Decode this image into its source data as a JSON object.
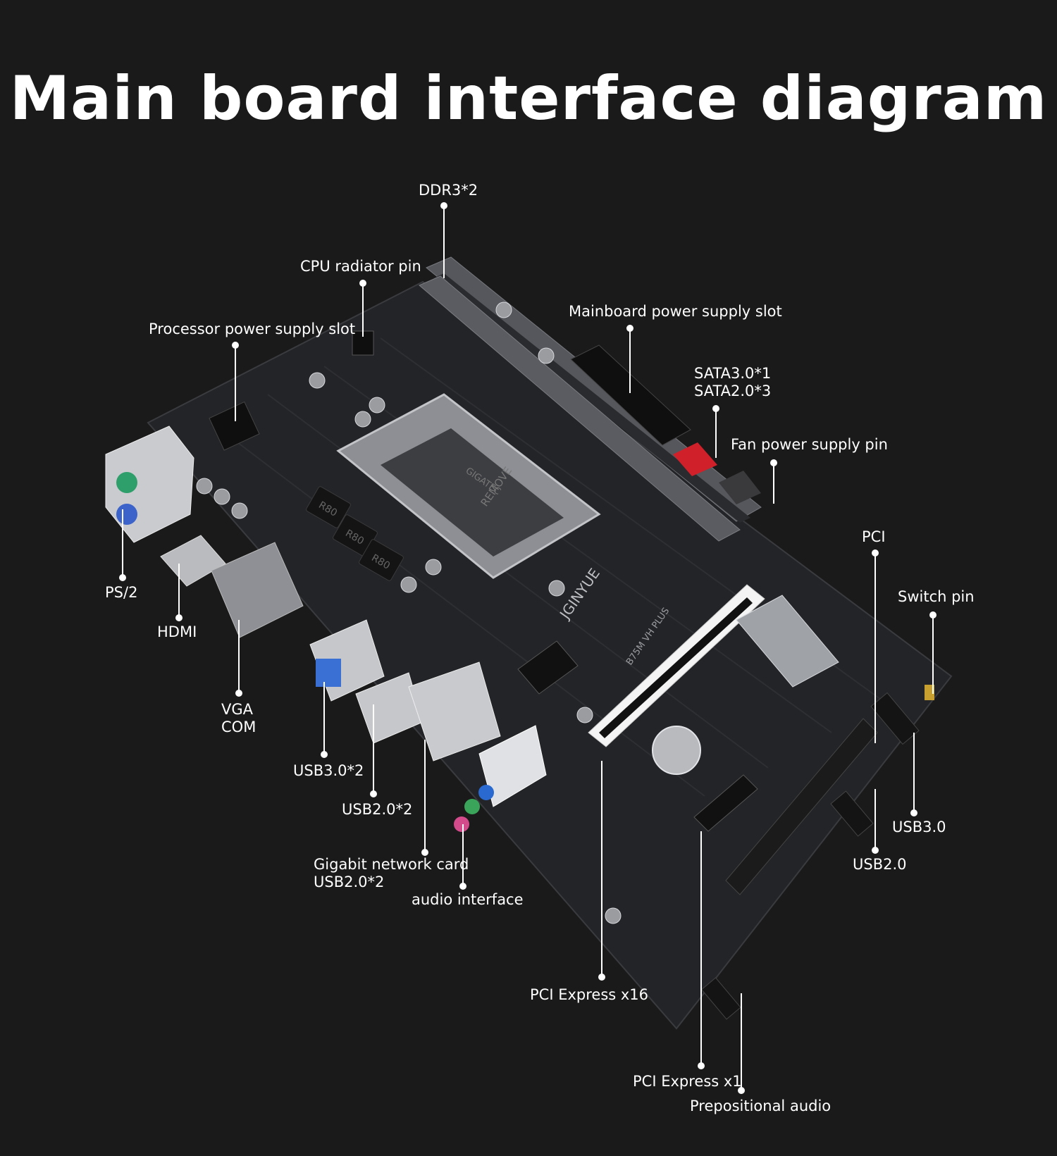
{
  "title": "Main board interface diagram",
  "board_texts": {
    "brand": "JGINYUE",
    "model": "B75M VH PLUS",
    "socket_marks": [
      "GIGATEC",
      "REMOVE"
    ],
    "inductor_marks": [
      "R80",
      "R80",
      "R80"
    ]
  },
  "labels": {
    "ddr3": "DDR3*2",
    "cpu_radiator_pin": "CPU radiator pin",
    "processor_power": "Processor power supply slot",
    "mainboard_power": "Mainboard power supply slot",
    "sata_line1": "SATA3.0*1",
    "sata_line2": "SATA2.0*3",
    "fan_power": "Fan power supply pin",
    "pci": "PCI",
    "switch_pin": "Switch pin",
    "ps2": "PS/2",
    "hdmi": "HDMI",
    "vga": "VGA",
    "com": "COM",
    "usb30x2": "USB3.0*2",
    "usb20x2": "USB2.0*2",
    "gigabit_line1": "Gigabit network card",
    "gigabit_line2": "USB2.0*2",
    "audio_interface": "audio interface",
    "usb30": "USB3.0",
    "usb20": "USB2.0",
    "pcie_x16": "PCI Express x16",
    "pcie_x1": "PCI Express x1",
    "prepositional_audio": "Prepositional audio"
  }
}
